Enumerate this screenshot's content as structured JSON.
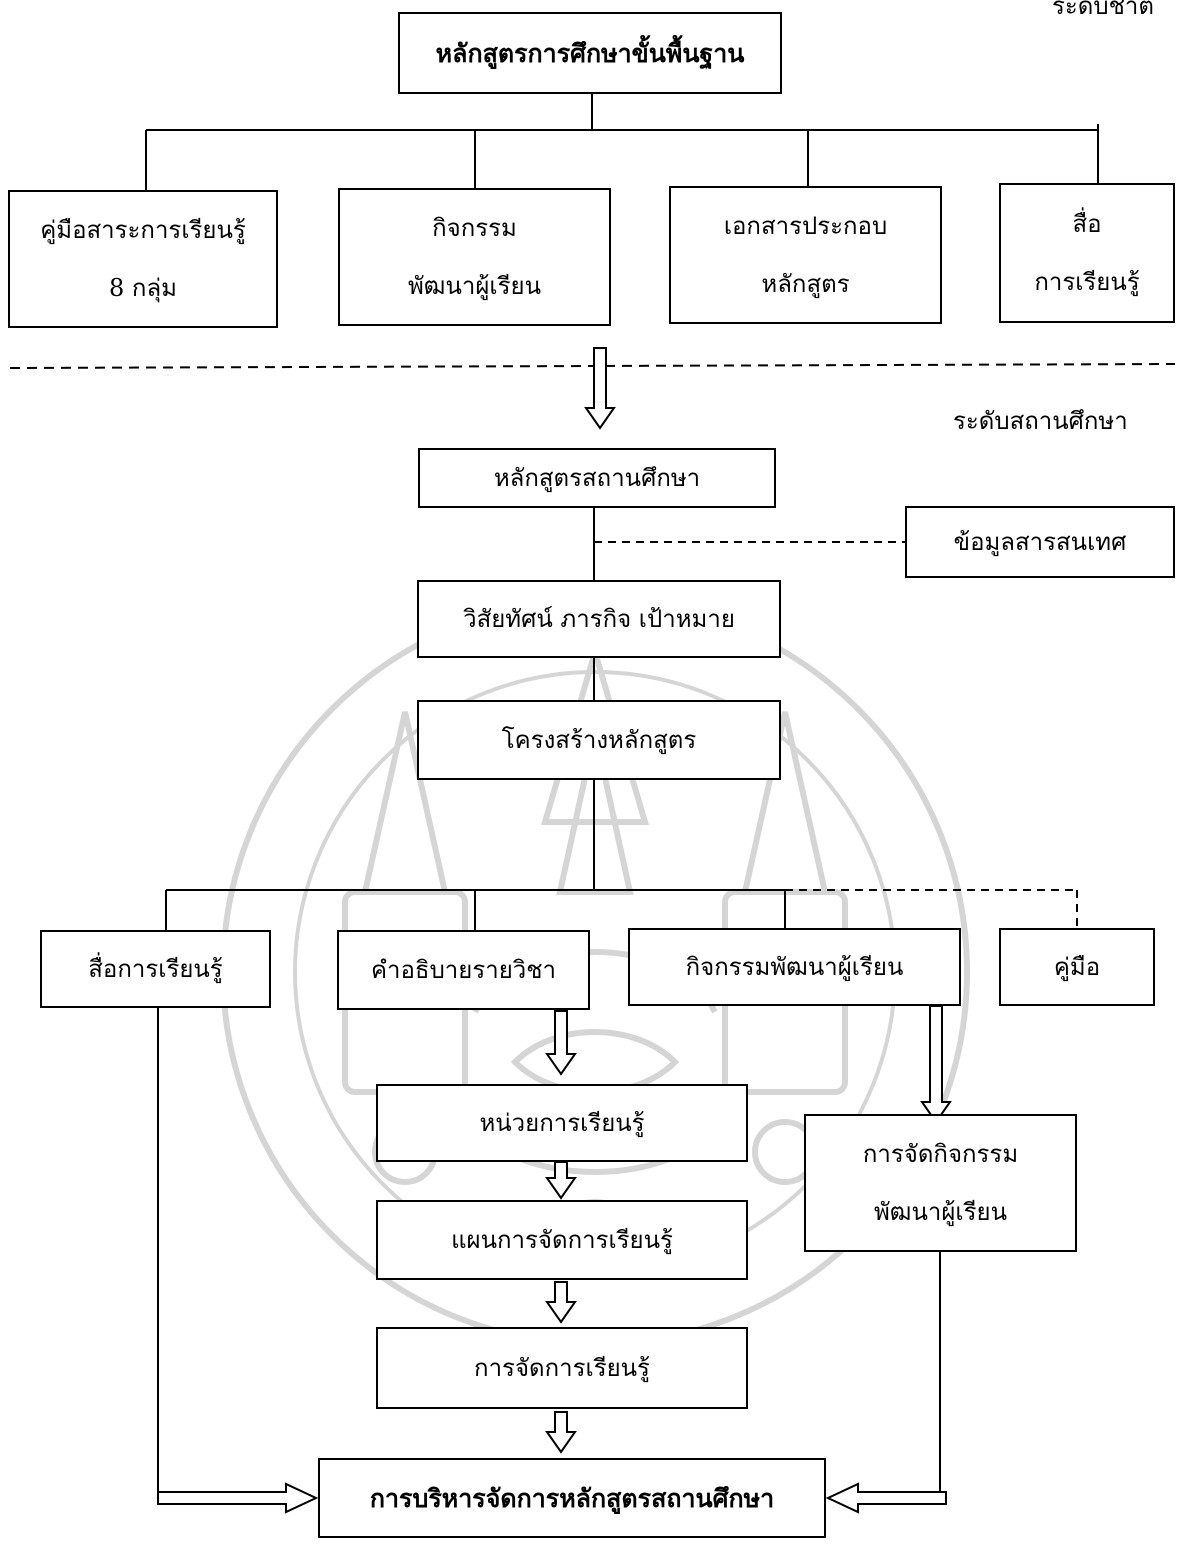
{
  "levels": {
    "national": "ระดับชาติ",
    "institution": "ระดับสถานศึกษา"
  },
  "nodes": {
    "core_curriculum": "หลักสูตรการศึกษาขั้นพื้นฐาน",
    "handbook_8_groups": [
      "คู่มือสาระการเรียนรู้",
      "8 กลุ่ม"
    ],
    "learner_activities": [
      "กิจกรรม",
      "พัฒนาผู้เรียน"
    ],
    "curriculum_documents": [
      "เอกสารประกอบ",
      "หลักสูตร"
    ],
    "learning_media": [
      "สื่อ",
      "การเรียนรู้"
    ],
    "school_curriculum": "หลักสูตรสถานศึกษา",
    "information": "ข้อมูลสารสนเทศ",
    "vision_mission_goals": "วิสัยทัศน์ ภารกิจ เป้าหมาย",
    "curriculum_structure": "โครงสร้างหลักสูตร",
    "school_learning_media": "สื่อการเรียนรู้",
    "course_descriptions": "คำอธิบายรายวิชา",
    "school_learner_activities": "กิจกรรมพัฒนาผู้เรียน",
    "handbook": "คู่มือ",
    "learning_units": "หน่วยการเรียนรู้",
    "learning_plans": "แผนการจัดการเรียนรู้",
    "activity_management": [
      "การจัดกิจกรรม",
      "พัฒนาผู้เรียน"
    ],
    "learning_management": "การจัดการเรียนรู้",
    "curriculum_administration": "การบริหารจัดการหลักสูตรสถานศึกษา"
  }
}
